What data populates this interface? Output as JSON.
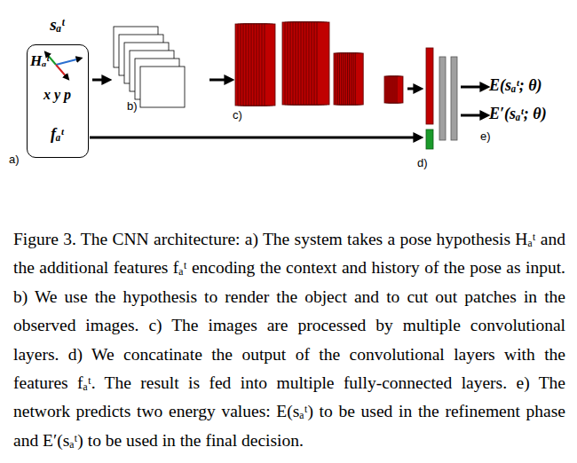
{
  "diagram": {
    "caption": "Figure 3. The CNN architecture: a) The system takes a pose hypothesis Hₐᵗ and the additional features fₐᵗ encoding the context and history of the pose as input. b) We use the hypothesis to render the object and to cut out patches in the observed images. c) The images are processed by multiple convolutional layers. d) We concatinate the output of the convolutional layers with the features fₐᵗ. The result is fed into multiple fully-connected layers. e) The network predicts two energy values: E(sₐᵗ) to be used in the refinement phase and E′(sₐᵗ) to be used in the final decision.",
    "nodes": [
      {
        "text": [
          "sₐᵗ",
          "Hₐᵗ",
          "x y p",
          "fₐᵗ"
        ]
      }
    ],
    "labels": [
      "a)",
      "b)",
      "c)",
      "d)",
      "e)",
      "E(sₐᵗ; θ)",
      "E′(sₐᵗ; θ)"
    ]
  }
}
